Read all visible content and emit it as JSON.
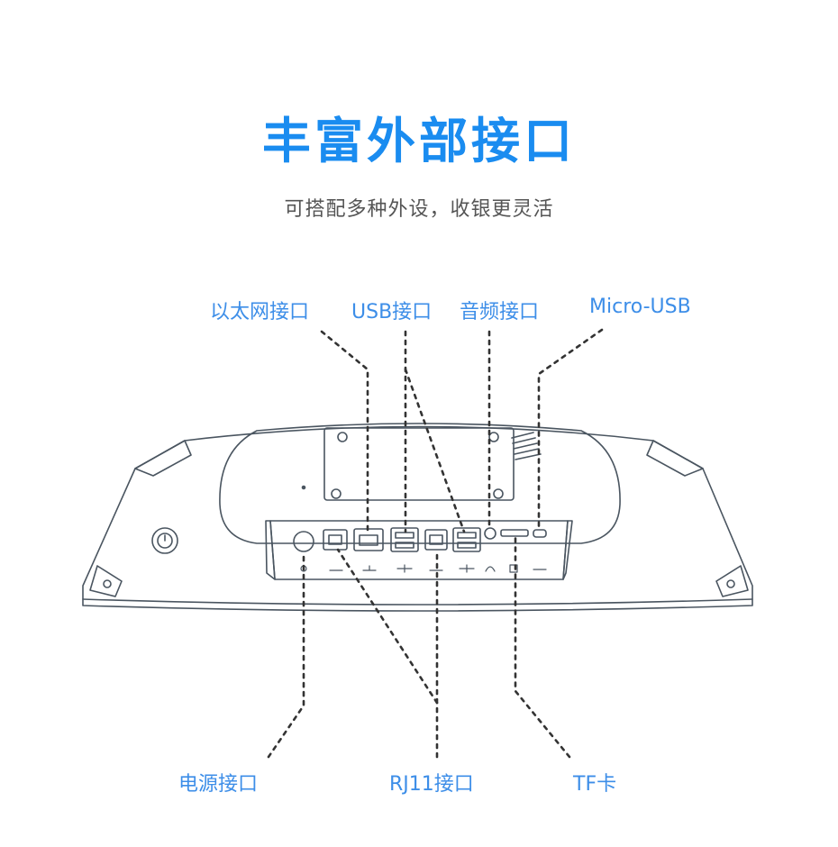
{
  "header": {
    "title": "丰富外部接口",
    "subtitle": "可搭配多种外设，收银更灵活"
  },
  "labels": {
    "ethernet": "以太网接口",
    "usb": "USB接口",
    "audio": "音频接口",
    "micro_usb": "Micro-USB",
    "power": "电源接口",
    "rj11": "RJ11接口",
    "tf": "TF卡"
  },
  "colors": {
    "title": "#1a8cf0",
    "label": "#3d8ee8",
    "outline": "#4a5560"
  }
}
